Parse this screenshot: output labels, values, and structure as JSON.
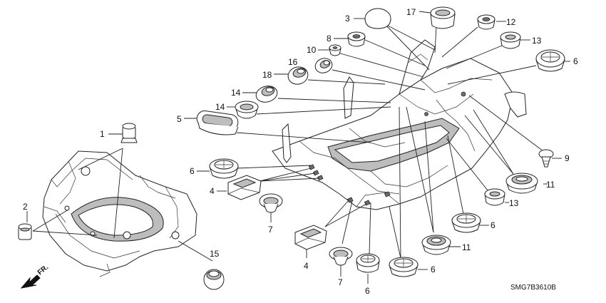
{
  "part_numbers": [
    "1",
    "2",
    "3",
    "4",
    "4",
    "5",
    "6",
    "6",
    "6",
    "6",
    "6",
    "7",
    "7",
    "8",
    "9",
    "10",
    "11",
    "11",
    "12",
    "13",
    "13",
    "14",
    "14",
    "15",
    "16",
    "17",
    "18"
  ],
  "diagram_code": "SMG7B3610B",
  "direction_label": "FR.",
  "colors": {
    "line": "#222222",
    "fill_light": "#ffffff",
    "fill_mid": "#bdbdbd",
    "fill_dark": "#6e6e6e"
  }
}
